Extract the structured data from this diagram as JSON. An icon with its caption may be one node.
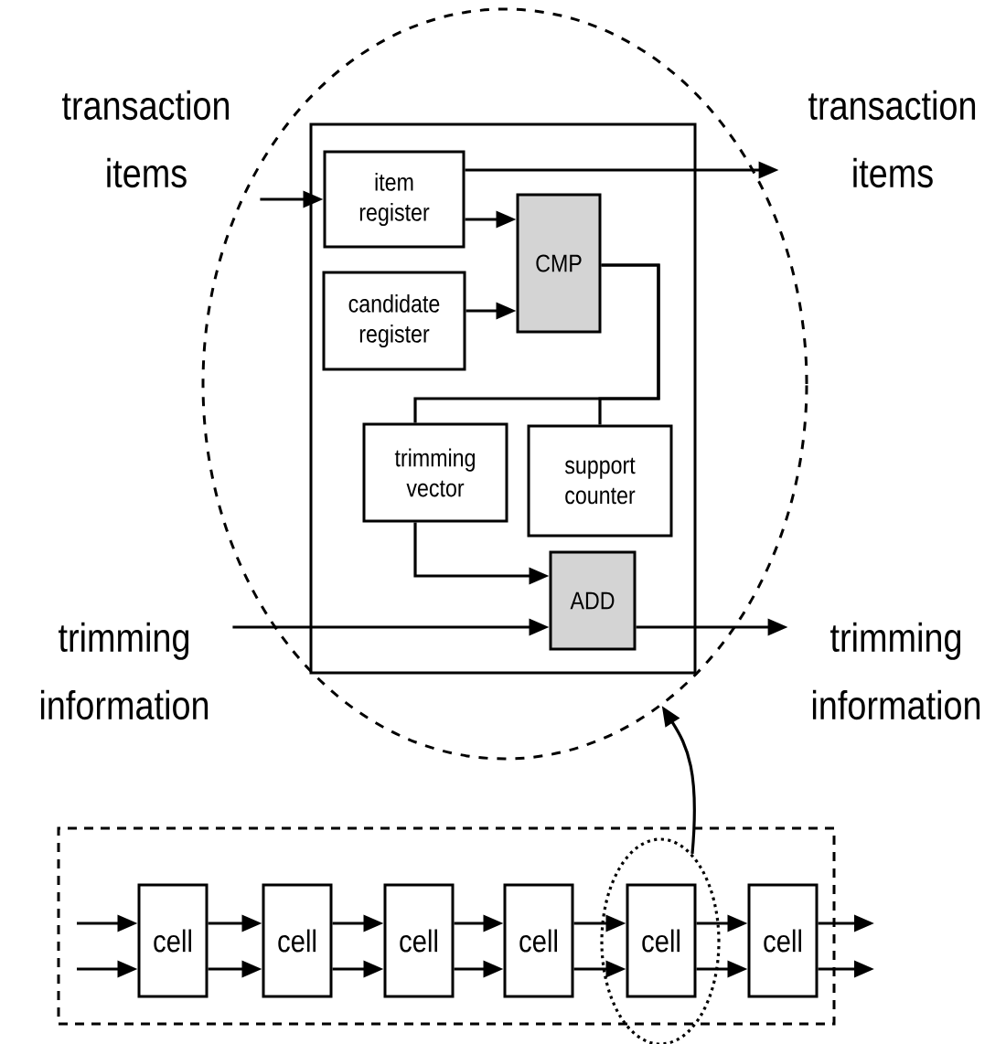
{
  "diagram": {
    "nodes": [
      {
        "text": [
          "transaction items"
        ]
      },
      {
        "text": [
          "transaction items"
        ]
      },
      {
        "text": [
          "trimming information"
        ]
      },
      {
        "text": [
          "trimming information"
        ]
      },
      {
        "text": [],
        "shape": "ellipse"
      },
      {
        "text": [],
        "shape": "box",
        "in": 4
      },
      {
        "text": [
          "item register"
        ],
        "in": 5
      },
      {
        "text": [
          "candidate register"
        ],
        "in": 5
      },
      {
        "text": [
          "CMP"
        ],
        "in": 5
      },
      {
        "text": [
          "trimming vector"
        ],
        "in": 5
      },
      {
        "text": [
          "support counter"
        ],
        "in": 5
      },
      {
        "text": [
          "ADD"
        ],
        "in": 5
      },
      {
        "text": [],
        "shape": "box"
      },
      {
        "text": [
          "cell"
        ],
        "in": 12
      },
      {
        "text": [
          "cell"
        ],
        "in": 12
      },
      {
        "text": [
          "cell"
        ],
        "in": 12
      },
      {
        "text": [
          "cell"
        ],
        "in": 12
      },
      {
        "text": [],
        "shape": "ellipse"
      },
      {
        "text": [
          "cell"
        ],
        "in": 17
      },
      {
        "text": [
          "cell"
        ],
        "in": 12
      }
    ],
    "edges": [
      {
        "from": 0,
        "to": 6,
        "arrow": "to"
      },
      {
        "from": 6,
        "to": 1,
        "arrow": "to"
      },
      {
        "from": 6,
        "to": 8,
        "arrow": "to"
      },
      {
        "from": 7,
        "to": 8,
        "arrow": "to"
      },
      {
        "from": 8,
        "to": 9,
        "arrow": "none"
      },
      {
        "from": 8,
        "to": 10,
        "arrow": "none"
      },
      {
        "from": 9,
        "to": 11,
        "arrow": "to"
      },
      {
        "from": 2,
        "to": 11,
        "arrow": "to"
      },
      {
        "from": 11,
        "to": 3,
        "arrow": "to"
      },
      {
        "from": 17,
        "to": 4,
        "arrow": "to"
      },
      {
        "from": null,
        "to": 13,
        "arrow": "to"
      },
      {
        "from": null,
        "to": 13,
        "arrow": "to"
      },
      {
        "from": 13,
        "to": 14,
        "arrow": "to"
      },
      {
        "from": 13,
        "to": 14,
        "arrow": "to"
      },
      {
        "from": 14,
        "to": 15,
        "arrow": "to"
      },
      {
        "from": 14,
        "to": 15,
        "arrow": "to"
      },
      {
        "from": 15,
        "to": 16,
        "arrow": "to"
      },
      {
        "from": 15,
        "to": 16,
        "arrow": "to"
      },
      {
        "from": 16,
        "to": 18,
        "arrow": "to"
      },
      {
        "from": 16,
        "to": 18,
        "arrow": "to"
      },
      {
        "from": 18,
        "to": 19,
        "arrow": "to"
      },
      {
        "from": 18,
        "to": 19,
        "arrow": "to"
      },
      {
        "from": 19,
        "to": null,
        "arrow": "to"
      },
      {
        "from": 19,
        "to": null,
        "arrow": "to"
      }
    ]
  }
}
